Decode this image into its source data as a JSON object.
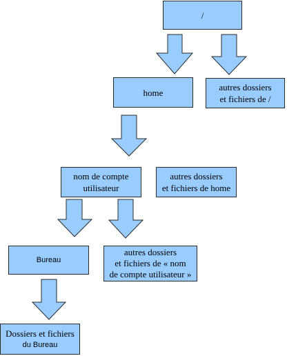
{
  "nodes": {
    "root": {
      "label": "/"
    },
    "home": {
      "label": "home"
    },
    "other_root": {
      "label": "autres dossiers\net fichiers de /"
    },
    "user": {
      "label": "nom de compte\nutilisateur"
    },
    "other_home": {
      "label": "autres dossiers\net fichiers de home"
    },
    "bureau": {
      "label": "Bureau"
    },
    "other_user": {
      "label": "autres dossiers\net fichiers de « nom\nde compte utilisateur »"
    },
    "bureau_files": {
      "label_line1": "Dossiers et fichiers",
      "label_line2": "du Bureau"
    }
  },
  "edges": [
    {
      "from": "root",
      "to": "home"
    },
    {
      "from": "root",
      "to": "other_root"
    },
    {
      "from": "home",
      "to": "user"
    },
    {
      "from": "user",
      "to": "bureau"
    },
    {
      "from": "user",
      "to": "other_user"
    },
    {
      "from": "bureau",
      "to": "bureau_files"
    }
  ],
  "colors": {
    "box_fill": "#99ccff",
    "box_border": "#2a2a2a",
    "text": "#000000"
  }
}
